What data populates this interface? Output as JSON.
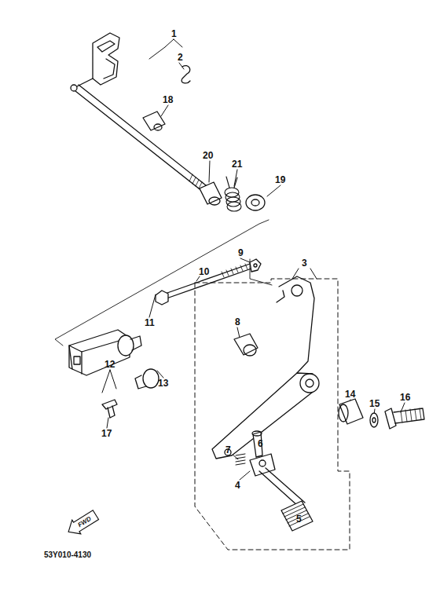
{
  "diagram": {
    "nodes": [
      {
        "text": [
          "FWD"
        ]
      }
    ],
    "labels": [
      "1",
      "2",
      "18",
      "20",
      "21",
      "19",
      "9",
      "10",
      "11",
      "3",
      "8",
      "14",
      "15",
      "16",
      "6",
      "7",
      "4",
      "5",
      "12",
      "13",
      "17",
      "53Y010-4130"
    ]
  }
}
